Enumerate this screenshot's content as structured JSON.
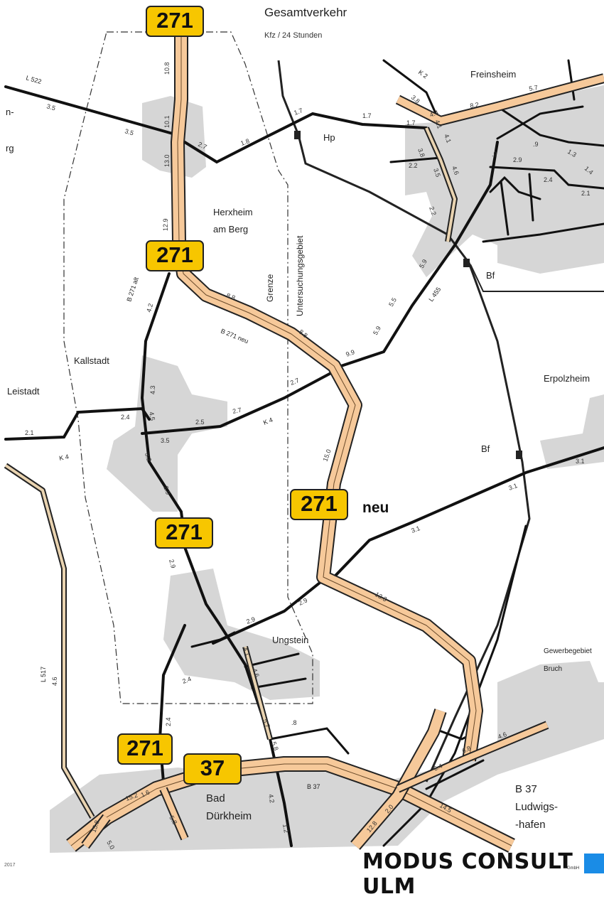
{
  "map": {
    "title": "Gesamtverkehr",
    "subtitle": "Kfz / 24 Stunden",
    "road_shields": [
      {
        "id": "b271-top",
        "label": "271"
      },
      {
        "id": "b271-herxheim",
        "label": "271"
      },
      {
        "id": "b271-neu",
        "label": "271"
      },
      {
        "id": "b271-ungstein",
        "label": "271"
      },
      {
        "id": "b271-duerkheim",
        "label": "271"
      },
      {
        "id": "b37",
        "label": "37"
      }
    ],
    "neu_label": "neu",
    "place_labels": {
      "freinsheim": "Freinsheim",
      "herxheim_1": "Herxheim",
      "herxheim_2": "am Berg",
      "kallstadt": "Kallstadt",
      "leistadt": "Leistadt",
      "erpolzheim": "Erpolzheim",
      "ungstein": "Ungstein",
      "bad_1": "Bad",
      "bad_2": "Dürkheim",
      "gewerbe_1": "Gewerbegebiet",
      "gewerbe_2": "Bruch",
      "b37_lu_1": "B 37",
      "b37_lu_2": "Ludwigs-",
      "b37_lu_3": "-hafen",
      "hp": "Hp",
      "bf_1": "Bf",
      "bf_2": "Bf",
      "grenze": "Grenze",
      "untersuchungsgebiet": "Untersuchungsgebiet",
      "left_n": "n-",
      "left_rg": "rg"
    },
    "road_labels": {
      "l522": "L 522",
      "k2": "K 2",
      "b271alt": "B 271 alt",
      "b271neu": "B 271 neu",
      "l455": "L 455",
      "k4_east": "K 4",
      "k4_west": "K 4",
      "l517": "L 517",
      "b37_road": "B 37"
    },
    "volumes": {
      "v_10_8": "10.8",
      "v_10_1": "10.1",
      "v_13_0": "13.0",
      "v_12_9": "12.9",
      "v_3_5a": "3.5",
      "v_3_5b": "3.5",
      "v_2_7a": "2.7",
      "v_1_8a": "1.8",
      "v_1_7a": "1.7",
      "v_1_7b": "1.7",
      "v_1_7c": "1.7",
      "v_4_4": "4.4",
      "v_8_2": "8.2",
      "v_5_7": "5.7",
      "v_3_8a": "3.8",
      "v_3_8b": "3.8",
      "v_4_1a": "4.1",
      "v_4_1b": "4.1",
      "v_2_2a": "2.2",
      "v_3_5c": "3.5",
      "v_4_6a": "4.6",
      "v_2_9a": "2.9",
      "v_2_4a": "2.4",
      "v_2_1a": "2.1",
      "v_1_3": "1.3",
      "v_1_4": "1.4",
      "v_9a": ".9",
      "v_9b": ".9",
      "v_2_2b": "2.2",
      "v_5_9a": "5.9",
      "v_5_9b": "5.9",
      "v_5_5": "5.5",
      "v_9_9": "9.9",
      "v_8_8a": "8.8",
      "v_8_8b": "8.8",
      "v_4_2a": "4.2",
      "v_4_3": "4.3",
      "v_2_7b": "2.7",
      "v_2_7c": "2.7",
      "v_2_5": "2.5",
      "v_2_4b": "2.4",
      "v_4_5": "4.5",
      "v_3_5d": "3.5",
      "v_2_1b": "2.1",
      "v_3_2": "3.2",
      "v_2_9b": "2.9",
      "v_15_0": "15.0",
      "v_3_1a": "3.1",
      "v_3_1b": "3.1",
      "v_3_1c": "3.1",
      "v_2_9c": "2.9",
      "v_2_9d": "2.9",
      "v_2_9e": "2.9",
      "v_13_3": "13.3",
      "v_4_1c": "4.1",
      "v_4_6b": "4.6",
      "v_5_7b": "5.7",
      "v_5_8a": "5.8",
      "v_4_6c": "4.6",
      "v_4_6d": "4.6",
      "v_6_4": "6.4",
      "v_8": ".8",
      "v_15_2": "15.2",
      "v_15_8": "15.8",
      "v_4_2b": "4.2",
      "v_1_2": "1.2",
      "v_2_4c": "2.4",
      "v_2_4d": "2.4",
      "v_14_5": "14.5",
      "v_12_8": "12.8",
      "v_2_0": "2.0",
      "v_1_6": "1.6",
      "v_5_0": "5.0",
      "v_5_8b": "5.8",
      "v_6_8": "6.8"
    },
    "colors": {
      "major_road_fill": "#f6c99a",
      "major_road_edge": "#2a2a2a",
      "settlement": "#d3d3d3",
      "shield": "#f7c600",
      "brand_square": "#1a8ce6"
    }
  },
  "footer": {
    "brand": "MODUS CONSULT ULM",
    "brand_sub": "GmbH",
    "year": "2017"
  }
}
